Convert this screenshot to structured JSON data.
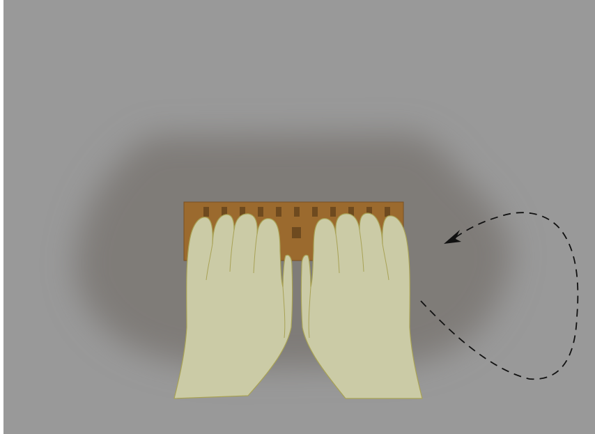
{
  "scene": {
    "title": "",
    "colors": {
      "page": "#ffffff",
      "background": "#999999",
      "shadow": "#7f7b78",
      "keyboard": "#9b6a2e",
      "keyboard_outline": "#7a5022",
      "keys": "#6e4a1f",
      "hands": "#cbcba6",
      "hands_outline": "#a8a255",
      "arrow": "#111111"
    },
    "elements": {
      "keyboard": "braille-keyboard",
      "keys": 11,
      "hands": [
        "left-hand",
        "right-hand"
      ],
      "arrow": "dashed-curved-arrow"
    }
  }
}
